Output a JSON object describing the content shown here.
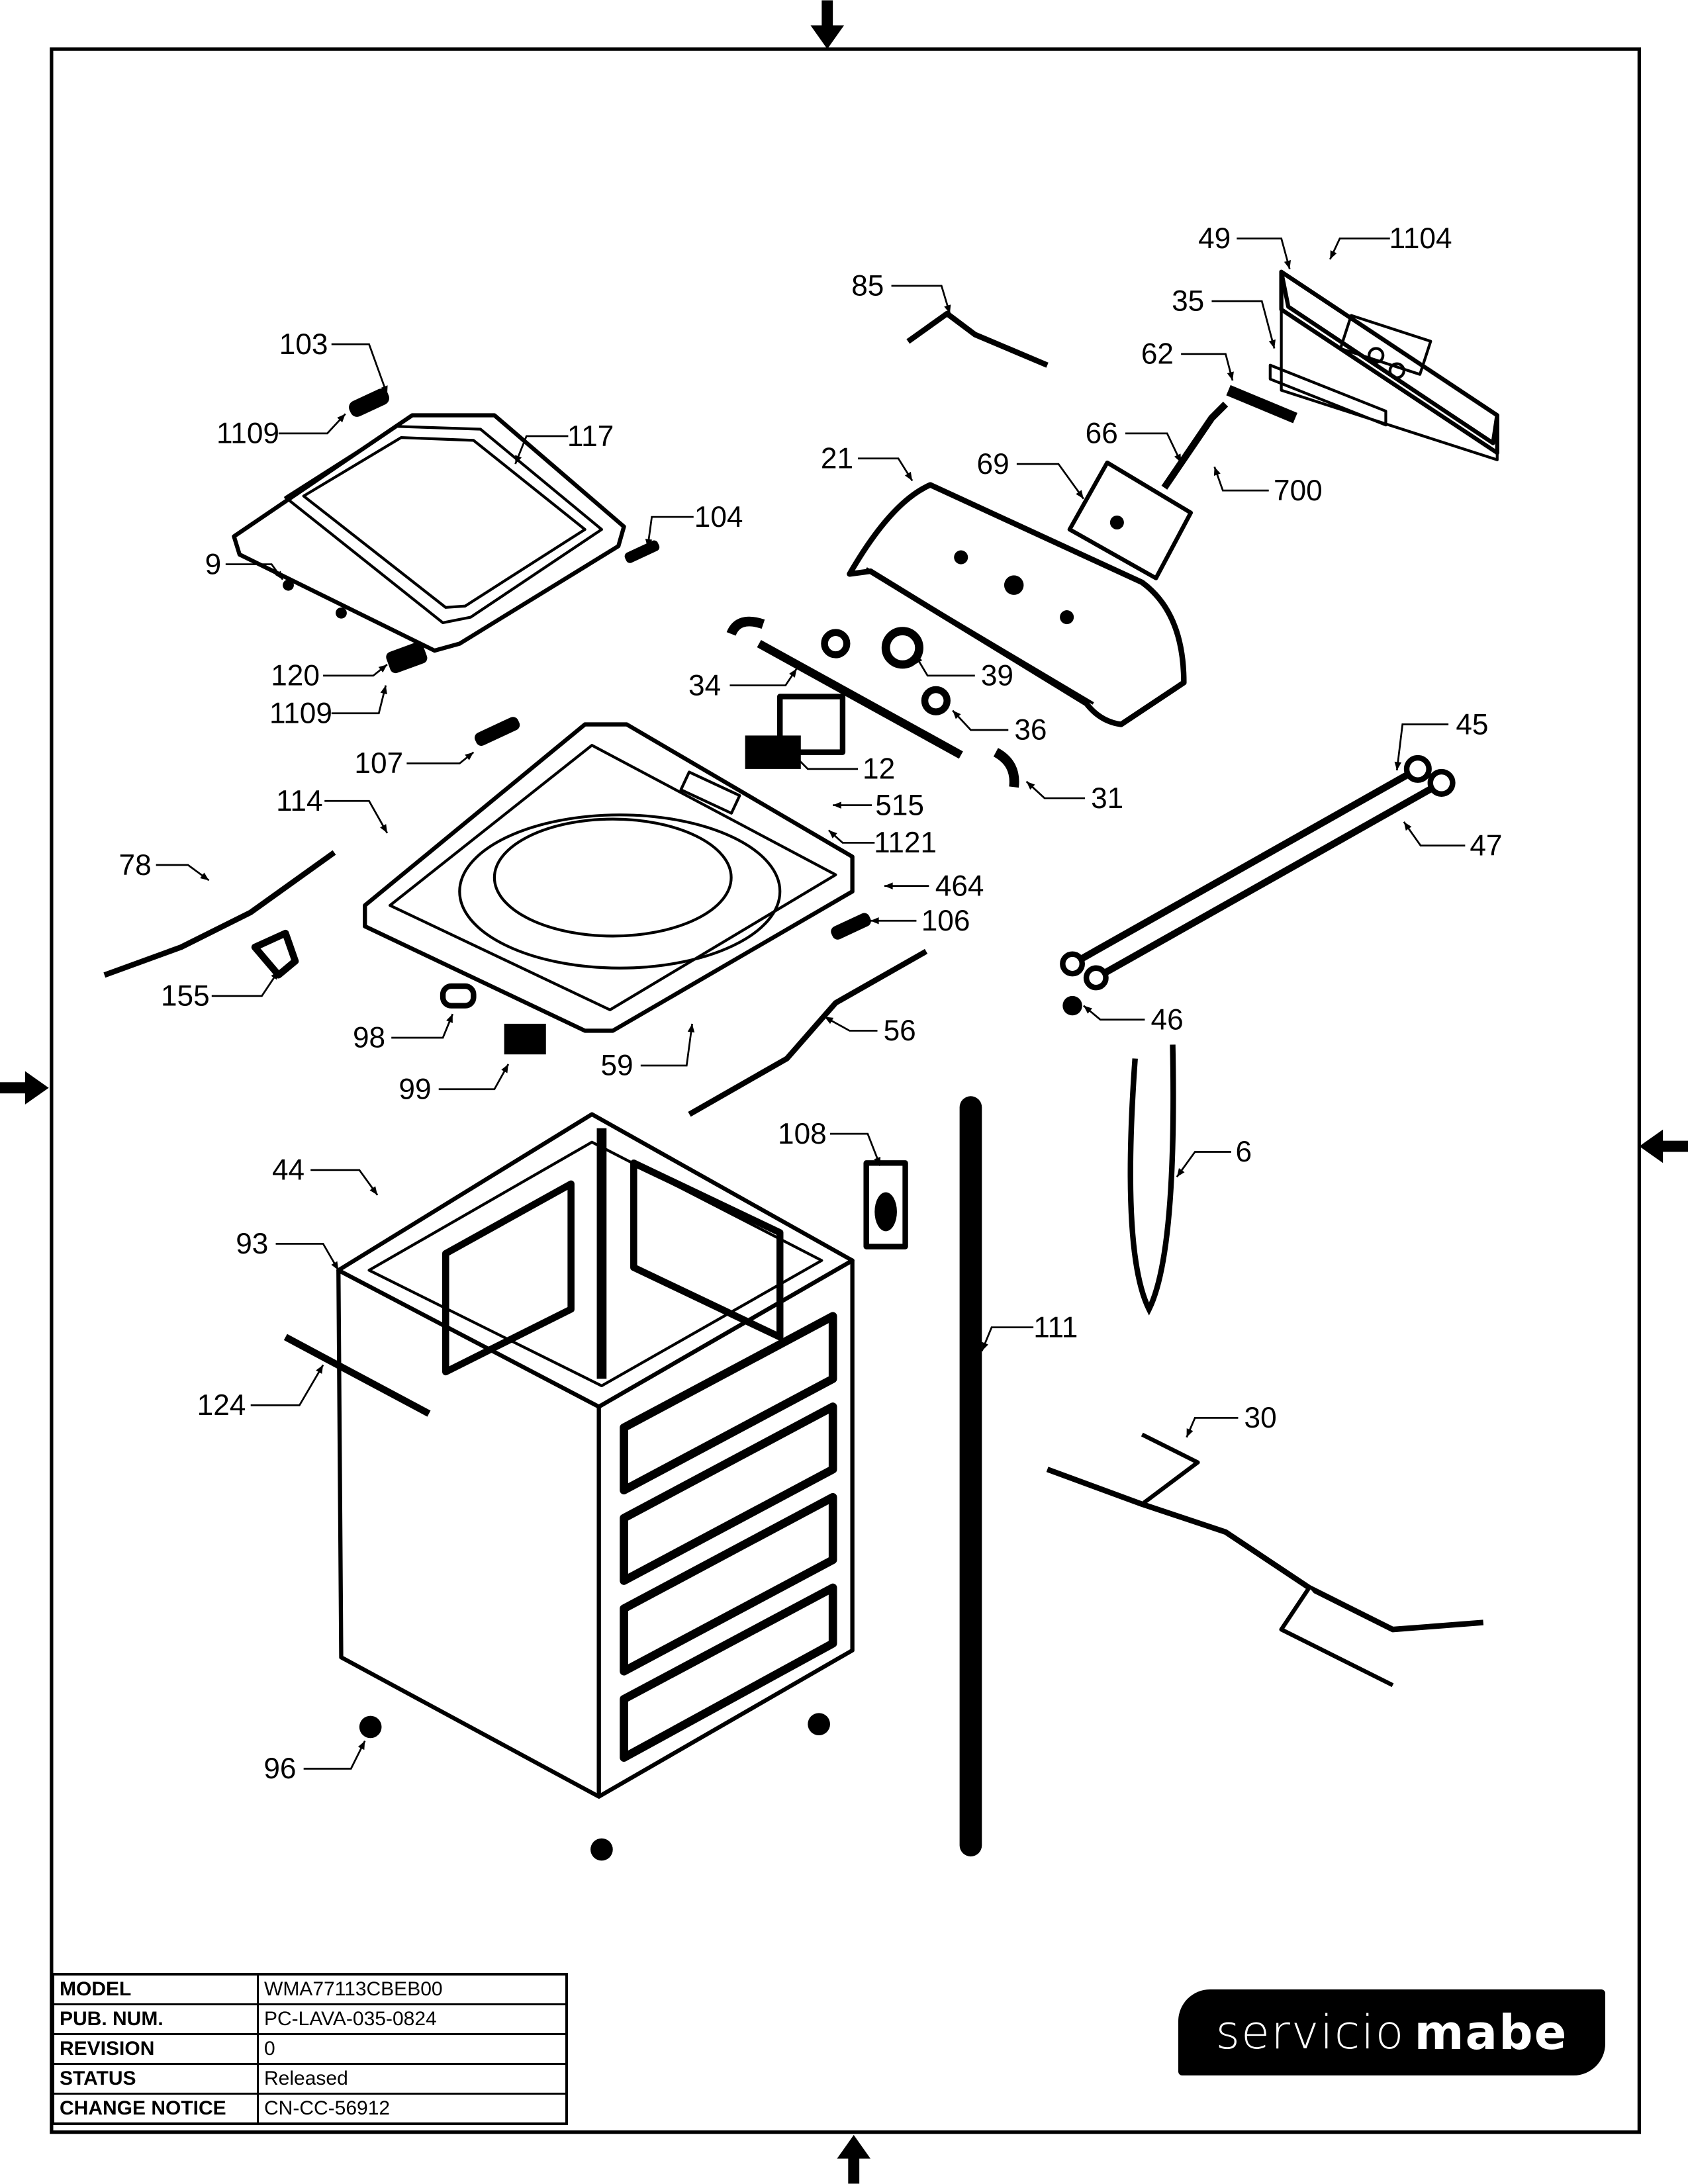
{
  "title_block": {
    "rows": [
      {
        "label": "MODEL",
        "value": "WMA77113CBEB00"
      },
      {
        "label": "PUB. NUM.",
        "value": "PC-LAVA-035-0824"
      },
      {
        "label": "REVISION",
        "value": "0"
      },
      {
        "label": "STATUS",
        "value": "Released"
      },
      {
        "label": "CHANGE NOTICE",
        "value": "CN-CC-56912"
      }
    ]
  },
  "logo": {
    "word1": "servicio",
    "word2": "mabe"
  },
  "part_labels": [
    "103",
    "1109",
    "117",
    "104",
    "9",
    "120",
    "1109",
    "107",
    "114",
    "78",
    "155",
    "98",
    "99",
    "59",
    "56",
    "44",
    "93",
    "124",
    "96",
    "108",
    "111",
    "6",
    "30",
    "46",
    "45",
    "47",
    "31",
    "36",
    "39",
    "12",
    "34",
    "515",
    "1121",
    "464",
    "106",
    "21",
    "69",
    "66",
    "700",
    "62",
    "35",
    "49",
    "1104",
    "85"
  ]
}
